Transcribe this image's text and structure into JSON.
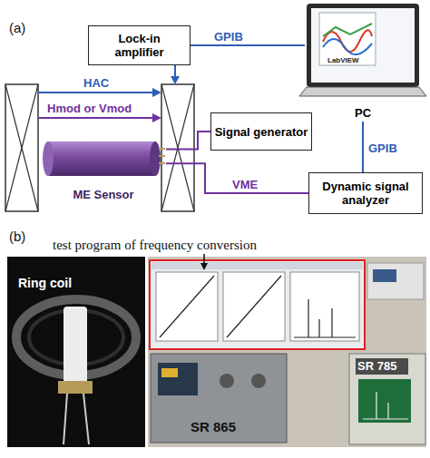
{
  "diagram": {
    "nodes": [
      {
        "text": [
          "Lock-in amplifier"
        ]
      },
      {
        "text": [
          "PC"
        ]
      },
      {
        "text": [
          "Signal generator"
        ]
      },
      {
        "text": [
          "Dynamic signal analyzer"
        ]
      },
      {
        "text": [
          "ME Sensor"
        ]
      }
    ],
    "edges": [
      {
        "from": 0,
        "to": 1,
        "label": "GPIB",
        "arrow": "none"
      },
      {
        "from": 1,
        "to": 3,
        "label": "GPIB",
        "arrow": "none"
      },
      {
        "from": 4,
        "to": 2,
        "arrow": "none"
      },
      {
        "from": 4,
        "to": 3,
        "label": "VME",
        "arrow": "none"
      }
    ],
    "labels": [
      "(a)",
      "HAC",
      "Hmod or Vmod",
      "LabVIEW",
      "(b)",
      "test program of frequency conversion",
      "Ring coil",
      "SR 785",
      "SR 865"
    ]
  }
}
